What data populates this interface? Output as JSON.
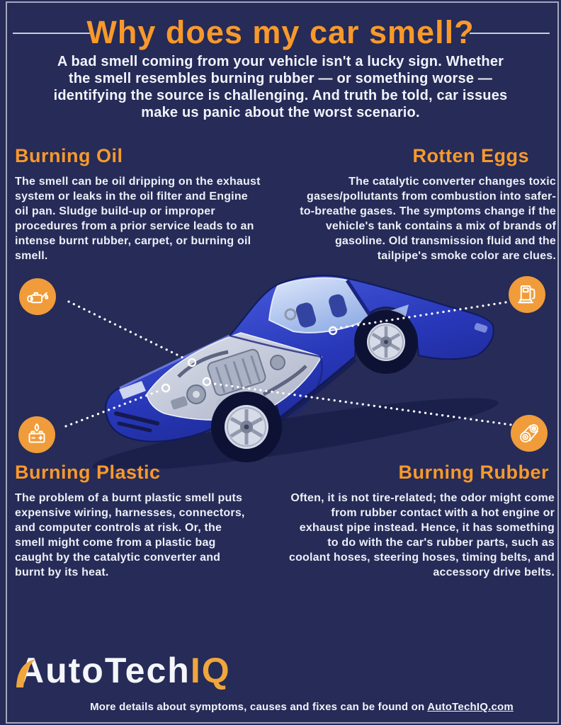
{
  "colors": {
    "background": "#262b57",
    "frame": "#c6c8d8",
    "accent_orange": "#f8992b",
    "icon_orange": "#f09c3a",
    "body_text": "#edeff8",
    "dotted_line": "#ffffff",
    "car_blue": "#2737b8",
    "logo_orange": "#f0a63c"
  },
  "header": {
    "title": "Why does my car smell?",
    "subtitle": "A bad smell coming from your vehicle isn't a lucky sign. Whether the smell resembles burning rubber — or something worse — identifying the source is challenging. And truth be told, car issues make us panic about the worst scenario."
  },
  "sections": [
    {
      "title": "Burning Oil",
      "icon": "oil-can-icon",
      "align": "left",
      "body": "The smell can be oil dripping on the exhaust system or leaks in the oil filter and Engine oil pan.  Sludge build-up or improper procedures from a prior service leads to an intense burnt rubber, carpet, or burning oil smell."
    },
    {
      "title": "Rotten Eggs",
      "icon": "fuel-pump-icon",
      "align": "right",
      "body": "The catalytic converter changes toxic gases/pollutants from combustion into safer-to-breathe gases. The symptoms change if the vehicle's tank contains a mix of brands of gasoline. Old transmission fluid and the tailpipe's smoke color are clues."
    },
    {
      "title": "Burning Plastic",
      "icon": "car-battery-icon",
      "align": "left",
      "body": "The problem of a burnt plastic smell puts expensive wiring, harnesses, connectors, and computer controls at risk. Or, the smell might come from a plastic bag caught by the catalytic converter and burnt by its heat."
    },
    {
      "title": "Burning Rubber",
      "icon": "belt-pulley-icon",
      "align": "right",
      "body": "Often, it is not tire-related; the odor might come from rubber contact with a hot engine or exhaust pipe instead. Hence, it has something to do with the car's rubber parts, such as coolant hoses, steering hoses, timing belts, and accessory drive belts."
    }
  ],
  "car": {
    "alt": "Blue cutaway sports car showing engine bay and interior"
  },
  "footer": {
    "logo_text_white": "AutoTech",
    "logo_text_orange": "IQ",
    "note_prefix": "More details about symptoms, causes and fixes can be found on ",
    "note_link": "AutoTechIQ.com"
  }
}
